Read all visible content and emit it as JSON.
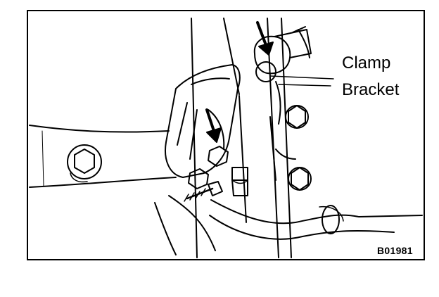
{
  "labels": {
    "clamp": "Clamp",
    "bracket": "Bracket",
    "figure_code": "B01981"
  },
  "colors": {
    "ink": "#000000",
    "paper": "#ffffff"
  }
}
